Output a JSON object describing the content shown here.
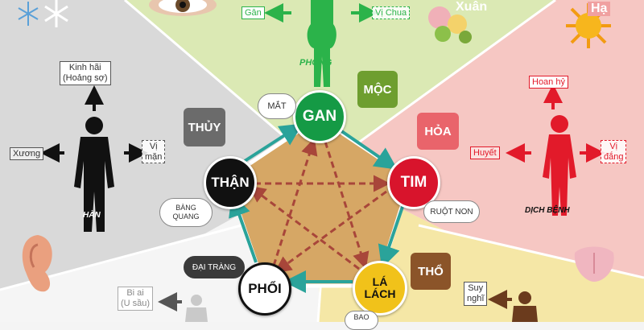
{
  "labels": {
    "gan_action": "Gân",
    "vi_chua": "Vị Chua",
    "xuan": "Xuân",
    "ha": "Hạ",
    "phong": "PHONG",
    "moc": "MỘC",
    "mat": "MẮT",
    "gan": "GAN",
    "kinh_hai": "Kinh hãi",
    "hoang_so": "(Hoảng sợ)",
    "thuy": "THỦY",
    "xuong": "Xương",
    "vi": "Vị",
    "man": "mặn",
    "han": "HÀN",
    "than": "THẬN",
    "bang": "BÀNG",
    "quang": "QUANG",
    "hoan_hy": "Hoan hỷ",
    "hoa": "HỎA",
    "huyet": "Huyết",
    "vi2": "Vị",
    "dang": "đắng",
    "tim": "TIM",
    "ruot_non": "RUỘT NON",
    "dich_benh": "DỊCH BỆNH",
    "dai_trang": "ĐẠI TRÀNG",
    "phoi": "PHỔI",
    "bi_ai": "Bi ai",
    "u_sau": "(U sầu)",
    "la": "LÁ",
    "lach": "LÁCH",
    "tho": "THỔ",
    "suy": "Suy",
    "nghi": "nghĩ",
    "bao": "BAO"
  },
  "colors": {
    "green_sector": "#dbe9b4",
    "pink_sector": "#f6c7c3",
    "grey_sector": "#d9d9d9",
    "white_sector": "#f5f5f5",
    "yellow_sector": "#f5e7a6",
    "pentagon_fill": "#d6a765",
    "cycle_arrow": "#2aa39a",
    "star_arrow": "#a8463a",
    "gan_green": "#159a45",
    "tim_red": "#d8142c",
    "phoi_white": "#ffffff",
    "than_black": "#111111",
    "la_lach_yellow": "#f1c21a",
    "moc_tile": "#6e9e2f",
    "hoa_tile": "#e9646b",
    "thuy_tile": "#6b6b6b",
    "tho_tile": "#8b5429",
    "dai_trang_pill": "#3a3a3a"
  },
  "icons": [
    "snowflake-icon",
    "eye-icon",
    "flower-icon",
    "sun-icon",
    "ear-icon",
    "tongue-icon"
  ]
}
